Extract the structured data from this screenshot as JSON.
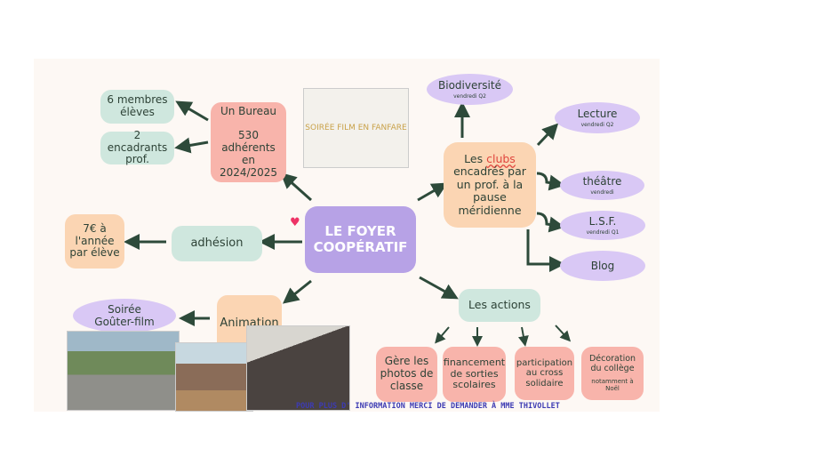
{
  "center": {
    "title": "LE FOYER COOPÉRATIF"
  },
  "bureau": {
    "title": "Un Bureau",
    "members": "530 adhérents en 2024/2025",
    "students": "6 membres élèves",
    "teachers": "2 encadrants prof."
  },
  "adhesion": {
    "label": "adhésion",
    "price": "7€ à l'année par élève"
  },
  "animation": {
    "label": "Animation",
    "event": "Soirée Goûter-film"
  },
  "clubs": {
    "pre": "Les ",
    "highlight": "clubs",
    "post": "encadrés par un prof. à la pause méridienne",
    "items": [
      {
        "name": "Biodiversité",
        "when": "vendredi Q2"
      },
      {
        "name": "Lecture",
        "when": "vendredi Q2"
      },
      {
        "name": "théâtre",
        "when": "vendredi"
      },
      {
        "name": "L.S.F.",
        "when": "vendredi Q1"
      },
      {
        "name": "Blog",
        "when": ""
      }
    ]
  },
  "actions": {
    "label": "Les actions",
    "items": [
      {
        "text": "Gère les photos de classe",
        "note": ""
      },
      {
        "text": "financement de sorties scolaires",
        "note": ""
      },
      {
        "text": "participation au cross solidaire",
        "note": ""
      },
      {
        "text": "Décoration du collège",
        "note": "notamment à Noël"
      }
    ]
  },
  "poster": {
    "text": "SOIRÉE FILM EN FANFARE"
  },
  "footer": "POUR PLUS D' INFORMATION MERCI DE DEMANDER À MME THIVOLLET",
  "colors": {
    "arrow": "#2d4a3a",
    "center": "#b7a2e6",
    "footer": "#3d3bb3"
  }
}
